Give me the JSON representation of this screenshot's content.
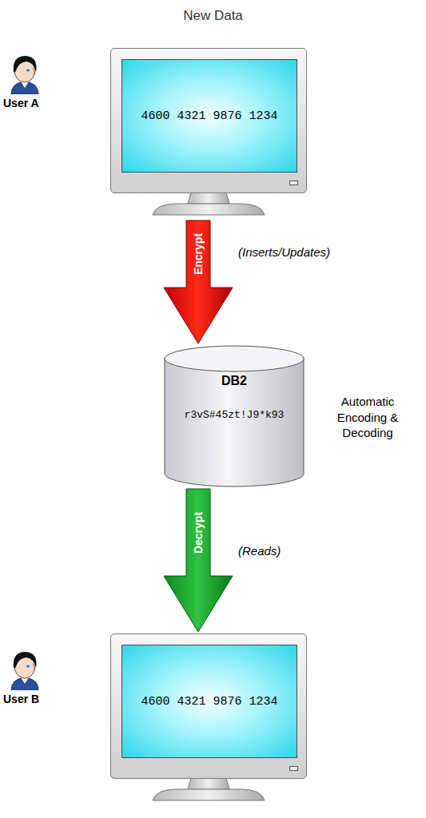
{
  "diagram": {
    "title": "New Data",
    "nodes": [
      {
        "text": [
          "4600 4321 9876 1234"
        ]
      },
      {
        "text": [
          "DB2",
          "r3vS#45zt!J9*k93"
        ]
      },
      {
        "text": [
          "4600 4321 9876 1234"
        ]
      }
    ],
    "edges": [
      {
        "from": 0,
        "to": 1,
        "label": "Encrypt",
        "arrow": "to"
      },
      {
        "from": 1,
        "to": 2,
        "label": "Decrypt",
        "arrow": "to"
      }
    ],
    "labels": [
      "User A",
      "(Inserts/Updates)",
      "Automatic Encoding & Decoding",
      "(Reads)",
      "User B"
    ]
  }
}
